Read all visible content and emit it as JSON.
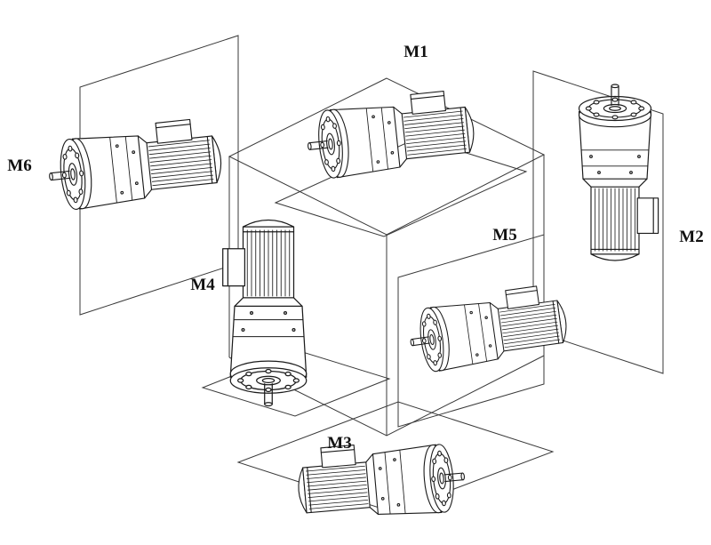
{
  "figure": {
    "background": "#ffffff",
    "line_color": "#1b1b1b",
    "construction_line_color": "#3a3a3a",
    "labels": {
      "m1": "M1",
      "m2": "M2",
      "m3": "M3",
      "m4": "M4",
      "m5": "M5",
      "m6": "M6"
    }
  }
}
